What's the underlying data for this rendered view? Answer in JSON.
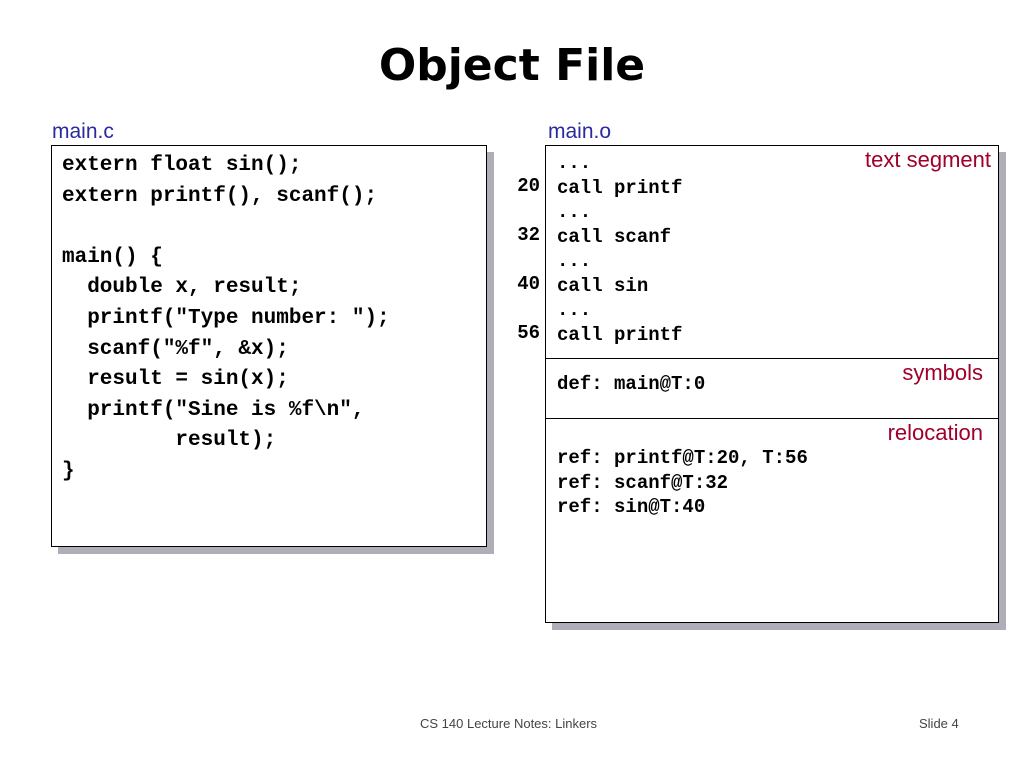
{
  "slide": {
    "title": "Object File",
    "footer_left": "CS 140 Lecture Notes: Linkers",
    "footer_right": "Slide 4"
  },
  "source": {
    "label": "main.c",
    "lines": [
      "extern float sin();",
      "extern printf(), scanf();",
      "",
      "main() {",
      "  double x, result;",
      "  printf(\"Type number: \");",
      "  scanf(\"%f\", &x);",
      "  result = sin(x);",
      "  printf(\"Sine is %f\\n\",",
      "         result);",
      "}"
    ]
  },
  "object": {
    "label": "main.o",
    "text_segment": {
      "label": "text segment",
      "lines": [
        "...",
        "call printf",
        "...",
        "call scanf",
        "...",
        "call sin",
        "...",
        "call printf"
      ],
      "offsets": [
        "20",
        "32",
        "40",
        "56"
      ]
    },
    "symbols": {
      "label": "symbols",
      "lines": [
        "def: main@T:0"
      ]
    },
    "relocation": {
      "label": "relocation",
      "lines": [
        "ref: printf@T:20, T:56",
        "ref: scanf@T:32",
        "ref: sin@T:40"
      ]
    }
  },
  "colors": {
    "file_label": "#2a2aa0",
    "segment_label": "#a0002a",
    "shadow": "#aeaeb8"
  }
}
